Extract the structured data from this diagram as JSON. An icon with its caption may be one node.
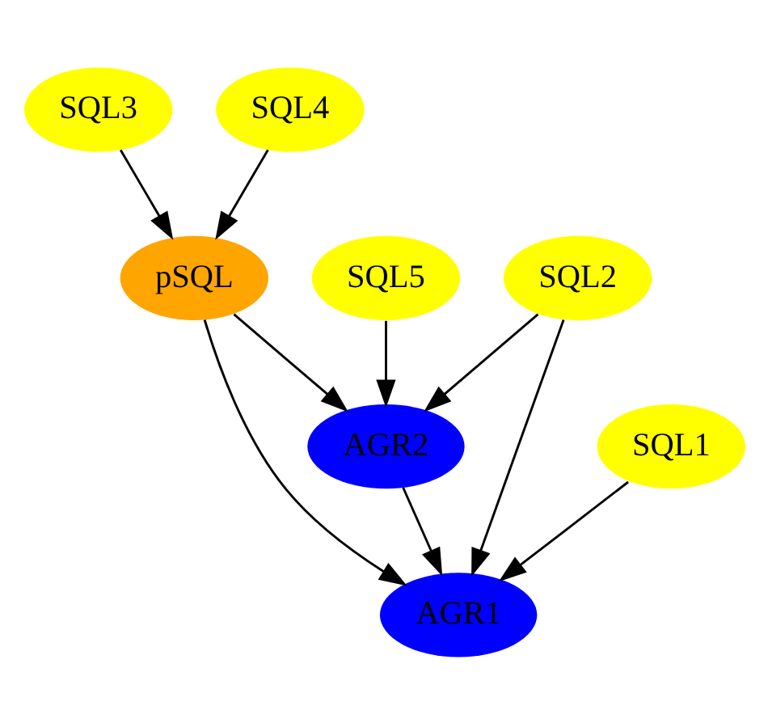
{
  "diagram": {
    "nodes": [
      {
        "text": [
          "SQL3"
        ]
      },
      {
        "text": [
          "SQL4"
        ]
      },
      {
        "text": [
          "SQL2"
        ]
      },
      {
        "text": [
          "SQL5"
        ]
      },
      {
        "text": [
          "pSQL"
        ]
      },
      {
        "text": [
          "AGR2"
        ]
      },
      {
        "text": [
          "SQL1"
        ]
      },
      {
        "text": [
          "AGR1"
        ]
      }
    ],
    "edges": [
      {
        "from": 0,
        "to": 4,
        "arrow": "to"
      },
      {
        "from": 1,
        "to": 4,
        "arrow": "to"
      },
      {
        "from": 2,
        "to": 5,
        "arrow": "to"
      },
      {
        "from": 2,
        "to": 7,
        "arrow": "to"
      },
      {
        "from": 3,
        "to": 5,
        "arrow": "to"
      },
      {
        "from": 4,
        "to": 5,
        "arrow": "to"
      },
      {
        "from": 4,
        "to": 7,
        "arrow": "to"
      },
      {
        "from": 5,
        "to": 7,
        "arrow": "to"
      },
      {
        "from": 6,
        "to": 7,
        "arrow": "to"
      }
    ]
  }
}
